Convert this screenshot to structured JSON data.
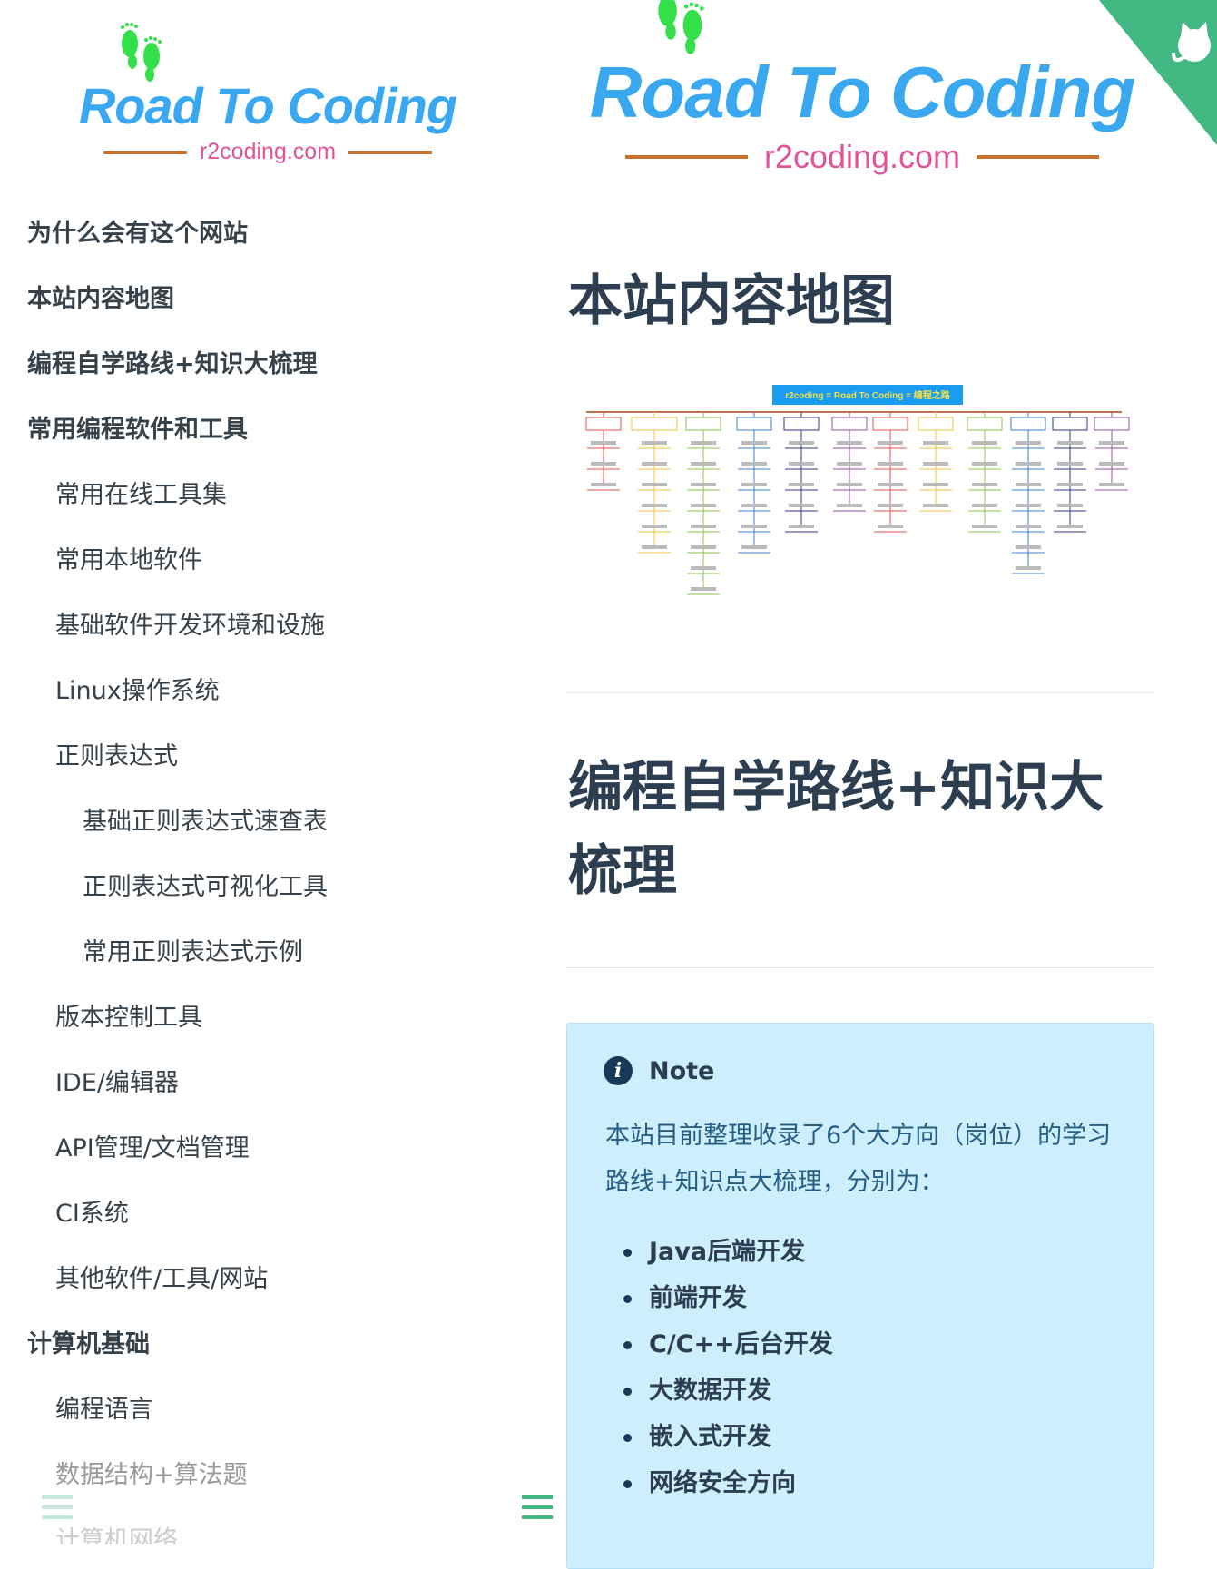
{
  "logo": {
    "title": "Road To Coding",
    "subtitle": "r2coding.com"
  },
  "sidebar": {
    "items": [
      {
        "label": "为什么会有这个网站",
        "level": 1
      },
      {
        "label": "本站内容地图",
        "level": 1
      },
      {
        "label": "编程自学路线+知识大梳理",
        "level": 1
      },
      {
        "label": "常用编程软件和工具",
        "level": 1
      },
      {
        "label": "常用在线工具集",
        "level": 2
      },
      {
        "label": "常用本地软件",
        "level": 2
      },
      {
        "label": "基础软件开发环境和设施",
        "level": 2
      },
      {
        "label": "Linux操作系统",
        "level": 2
      },
      {
        "label": "正则表达式",
        "level": 2
      },
      {
        "label": "基础正则表达式速查表",
        "level": 3
      },
      {
        "label": "正则表达式可视化工具",
        "level": 3
      },
      {
        "label": "常用正则表达式示例",
        "level": 3
      },
      {
        "label": "版本控制工具",
        "level": 2
      },
      {
        "label": "IDE/编辑器",
        "level": 2
      },
      {
        "label": "API管理/文档管理",
        "level": 2
      },
      {
        "label": "CI系统",
        "level": 2
      },
      {
        "label": "其他软件/工具/网站",
        "level": 2
      },
      {
        "label": "计算机基础",
        "level": 1
      },
      {
        "label": "编程语言",
        "level": 2
      },
      {
        "label": "数据结构+算法题",
        "level": 2
      },
      {
        "label": "计算机网络",
        "level": 2
      }
    ]
  },
  "main": {
    "heading1": "本站内容地图",
    "mindmap_root": "r2coding = Road To Coding = 编程之路",
    "heading2": "编程自学路线+知识大梳理",
    "note": {
      "title": "Note",
      "text": "本站目前整理收录了6个大方向（岗位）的学习路线+知识点大梳理，分别为：",
      "items": [
        "Java后端开发",
        "前端开发",
        "C/C++后台开发",
        "大数据开发",
        "嵌入式开发",
        "网络安全方向"
      ]
    }
  },
  "colors": {
    "accent": "#42b983",
    "logo_blue": "#3aa8f0",
    "logo_pink": "#e0559a",
    "note_bg": "#cdeefd"
  },
  "icons": [
    "footprints-logo-icon",
    "github-corner-icon",
    "menu-icon",
    "info-icon"
  ]
}
